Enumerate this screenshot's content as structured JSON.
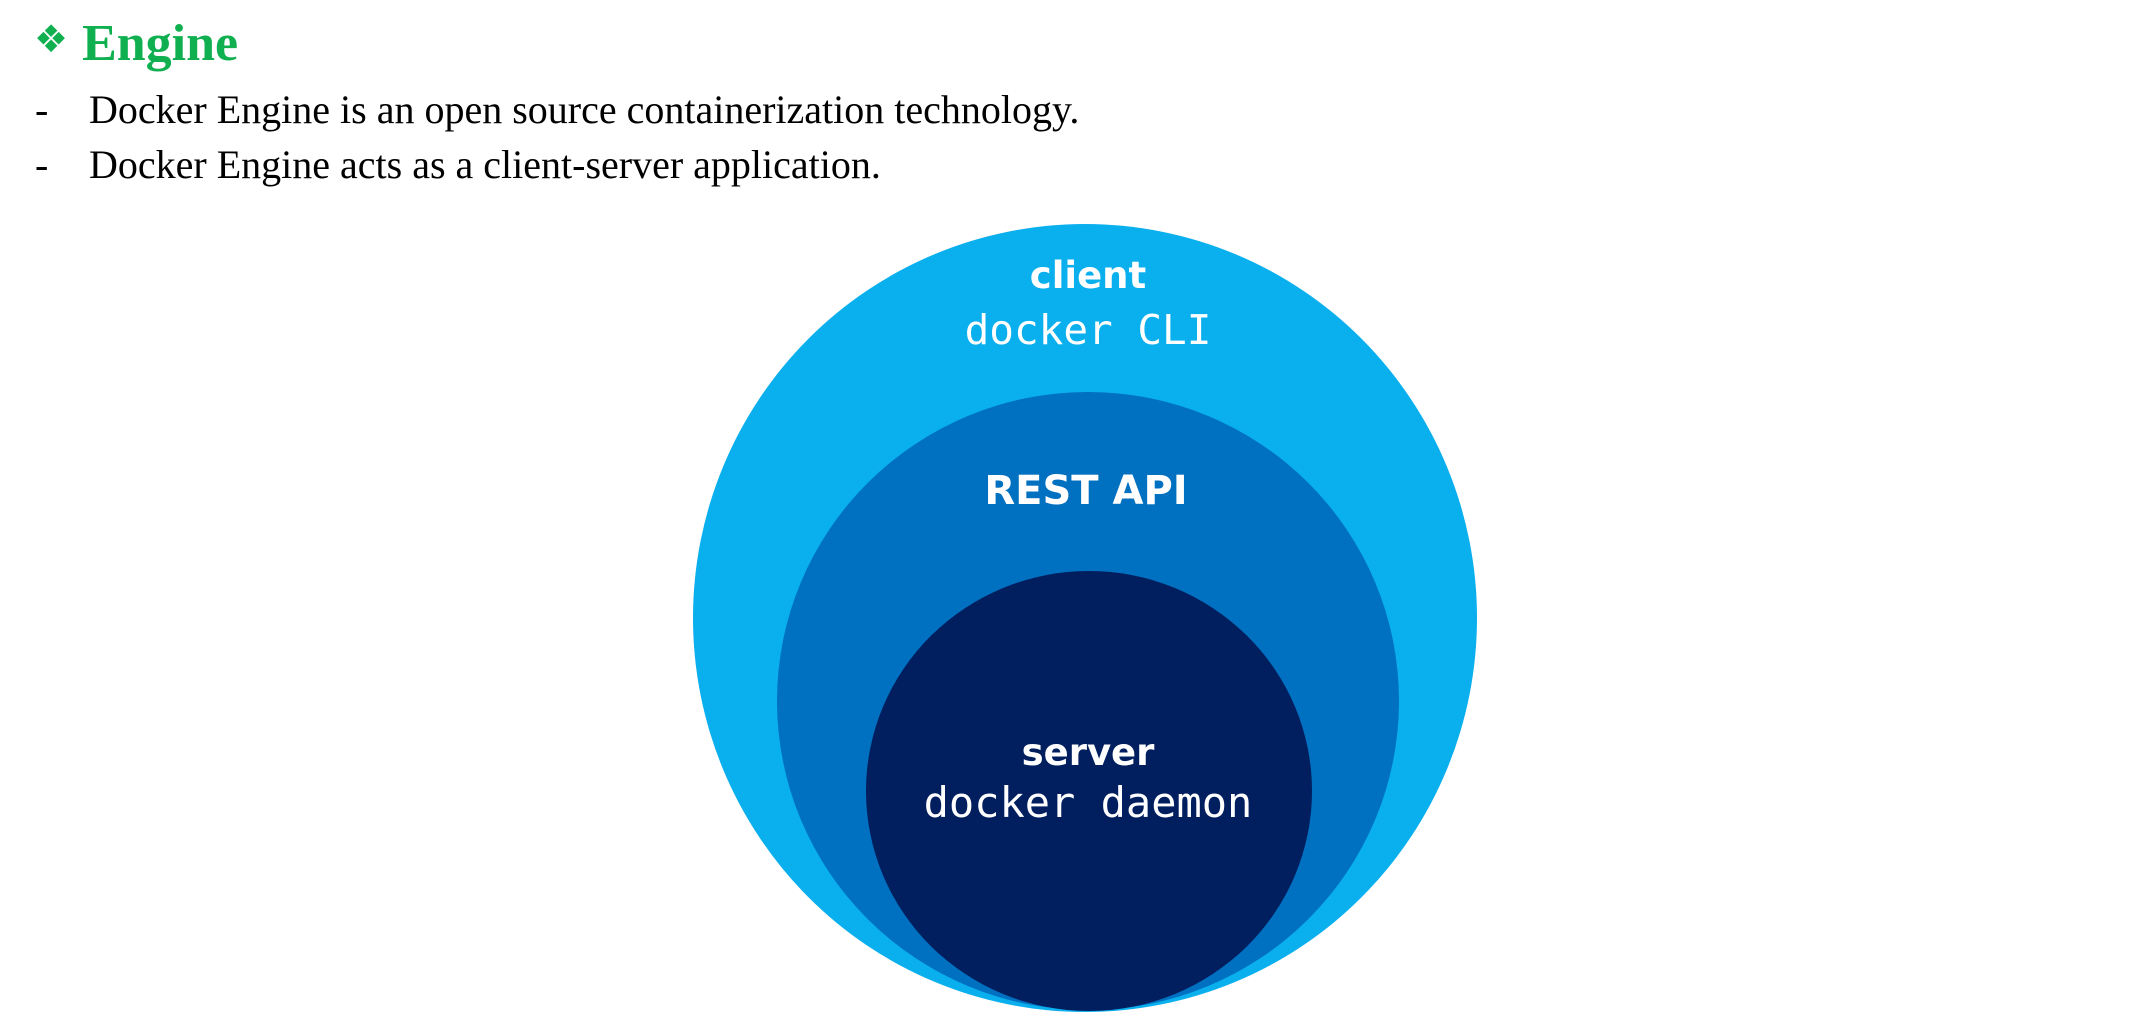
{
  "heading": {
    "icon": "four-diamond-icon",
    "glyph": "❖",
    "title": "Engine",
    "color": "#10B050"
  },
  "bullets": [
    {
      "marker": "-",
      "text": "Docker Engine is an open source containerization technology."
    },
    {
      "marker": "-",
      "text": "Docker Engine acts as a client-server application."
    }
  ],
  "diagram": {
    "layers": [
      {
        "name": "client",
        "title": "client",
        "subtitle": "docker CLI",
        "color": "#0AAFEE"
      },
      {
        "name": "rest-api",
        "title": "REST API",
        "subtitle": "",
        "color": "#0070C0"
      },
      {
        "name": "server",
        "title": "server",
        "subtitle": "docker daemon",
        "color": "#011F5F"
      }
    ]
  }
}
